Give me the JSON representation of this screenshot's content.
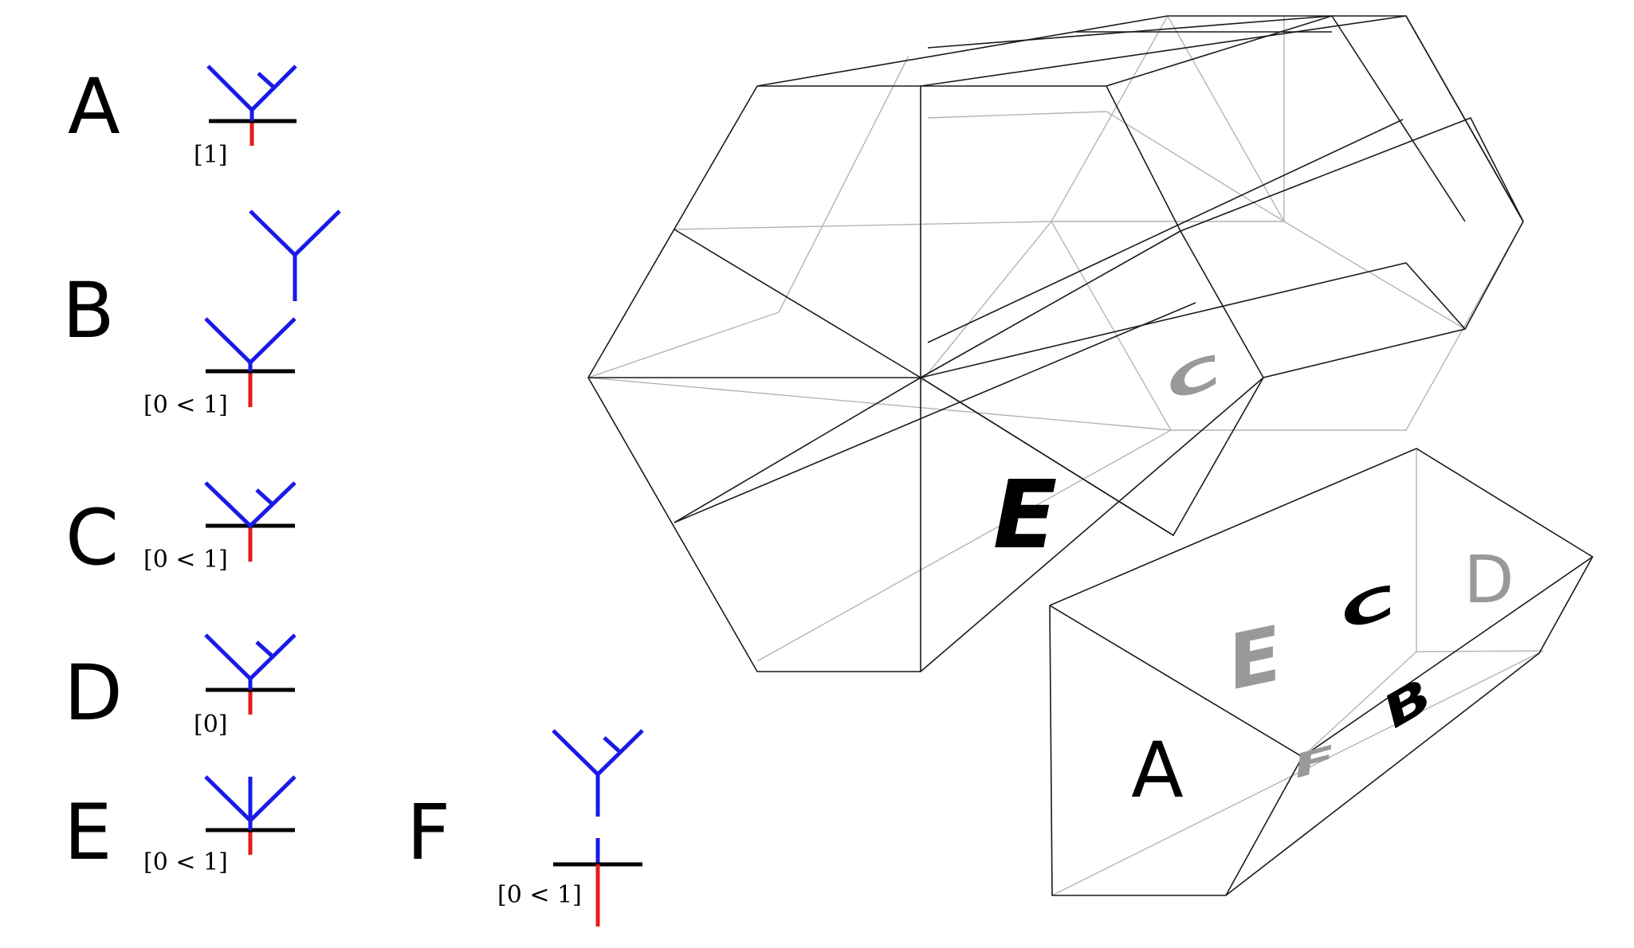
{
  "trees": [
    {
      "letter": "A",
      "label": "[1]"
    },
    {
      "letter": "B",
      "label": "[0 < 1]"
    },
    {
      "letter": "C",
      "label": "[0 < 1]"
    },
    {
      "letter": "D",
      "label": "[0]"
    },
    {
      "letter": "E",
      "label": "[0 < 1]"
    },
    {
      "letter": "F",
      "label": "[0 < 1]"
    }
  ],
  "large_polytope": {
    "visible_faces": [
      "E"
    ],
    "hidden_faces": [
      "C"
    ]
  },
  "small_polytope": {
    "visible_faces": [
      "A",
      "C",
      "B"
    ],
    "hidden_faces": [
      "E",
      "D",
      "F"
    ]
  },
  "colors": {
    "top_tree": "#1a1ae6",
    "root": "#e61a1a",
    "level": "#000000",
    "visible_edge": "#1a1a1a",
    "hidden_edge": "#b4b4b4",
    "hidden_label": "#999999"
  }
}
